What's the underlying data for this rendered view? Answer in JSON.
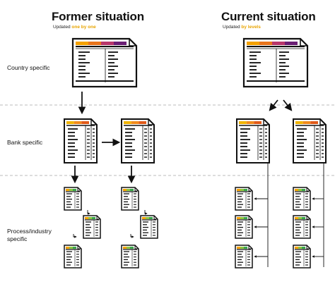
{
  "left": {
    "title": "Former situation",
    "subtitle_prefix": "Updated ",
    "subtitle_highlight": "one by one"
  },
  "right": {
    "title": "Current situation",
    "subtitle_prefix": "Updated ",
    "subtitle_highlight": "by levels"
  },
  "rows": {
    "country": "Country specific",
    "bank": "Bank specific",
    "process_line1": "Process/industry",
    "process_line2": "specific"
  },
  "colors": {
    "stripe": [
      "#f4a100",
      "#e8741c",
      "#b8366b",
      "#6a1e74"
    ],
    "small_stripe": [
      "#f0b400",
      "#f08a1c",
      "#e05a1a"
    ],
    "mini_stripe": [
      "#f4a100",
      "#8dc63f",
      "#3aa64a"
    ],
    "ink": "#111111",
    "separator": "#bbbbbb"
  }
}
